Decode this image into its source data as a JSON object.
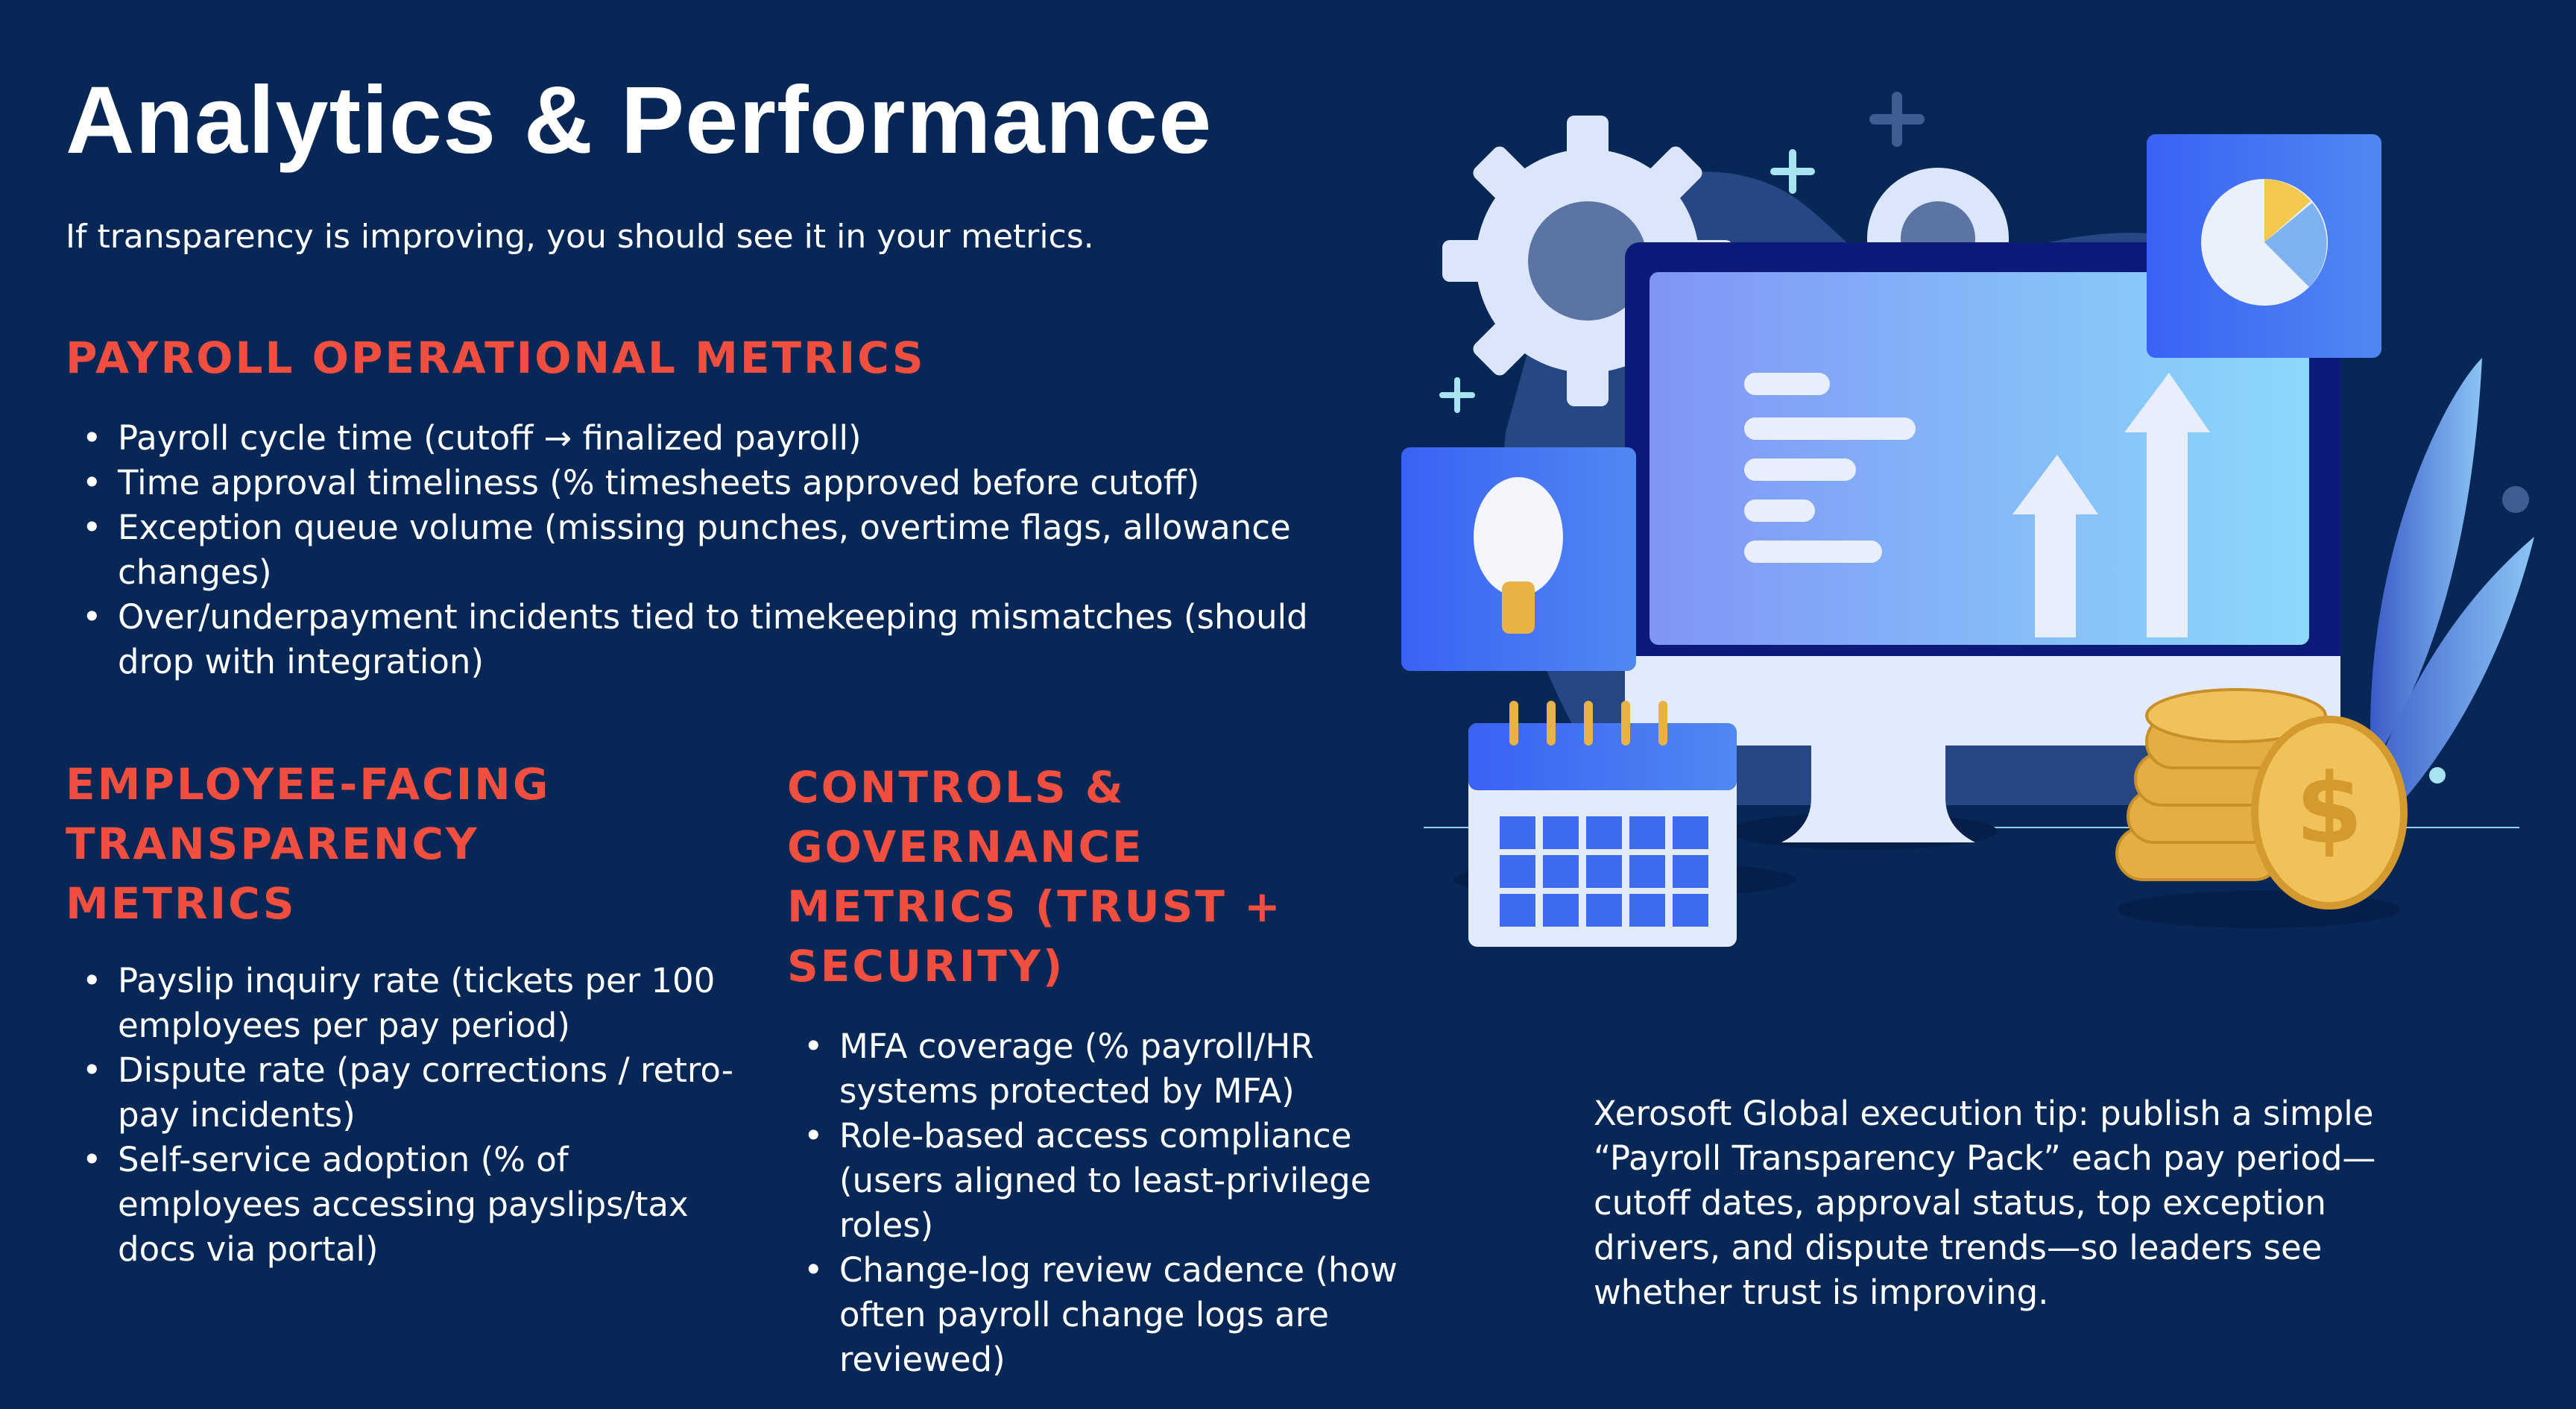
{
  "title": "Analytics & Performance",
  "subtitle": "If transparency is improving, you should see it in your metrics.",
  "sections": [
    {
      "heading": "PAYROLL OPERATIONAL METRICS",
      "items": [
        "Payroll cycle time (cutoff → finalized payroll)",
        "Time approval timeliness (% timesheets approved before cutoff)",
        "Exception queue volume (missing punches, overtime flags, allowance changes)",
        "Over/underpayment incidents tied to timekeeping mismatches (should drop with integration)"
      ]
    },
    {
      "heading": "EMPLOYEE-FACING TRANSPARENCY METRICS",
      "items": [
        "Payslip inquiry rate (tickets per 100 employees per pay period)",
        "Dispute rate (pay corrections / retro-pay incidents)",
        "Self-service adoption (% of employees accessing payslips/tax docs via portal)"
      ]
    },
    {
      "heading": "CONTROLS & GOVERNANCE METRICS (TRUST + SECURITY)",
      "items": [
        "MFA coverage (% payroll/HR systems protected by MFA)",
        "Role-based access compliance (users aligned to least-privilege roles)",
        "Change-log review cadence (how often payroll change logs are reviewed)"
      ]
    }
  ],
  "tip": "Xerosoft Global execution tip: publish a simple “Payroll Transparency Pack” each pay period—cutoff dates, approval status, top exception drivers, and dispute trends—so leaders see whether trust is improving.",
  "colors": {
    "background": "#072857",
    "heading": "#F04E3E",
    "text": "#FFFFFF"
  }
}
